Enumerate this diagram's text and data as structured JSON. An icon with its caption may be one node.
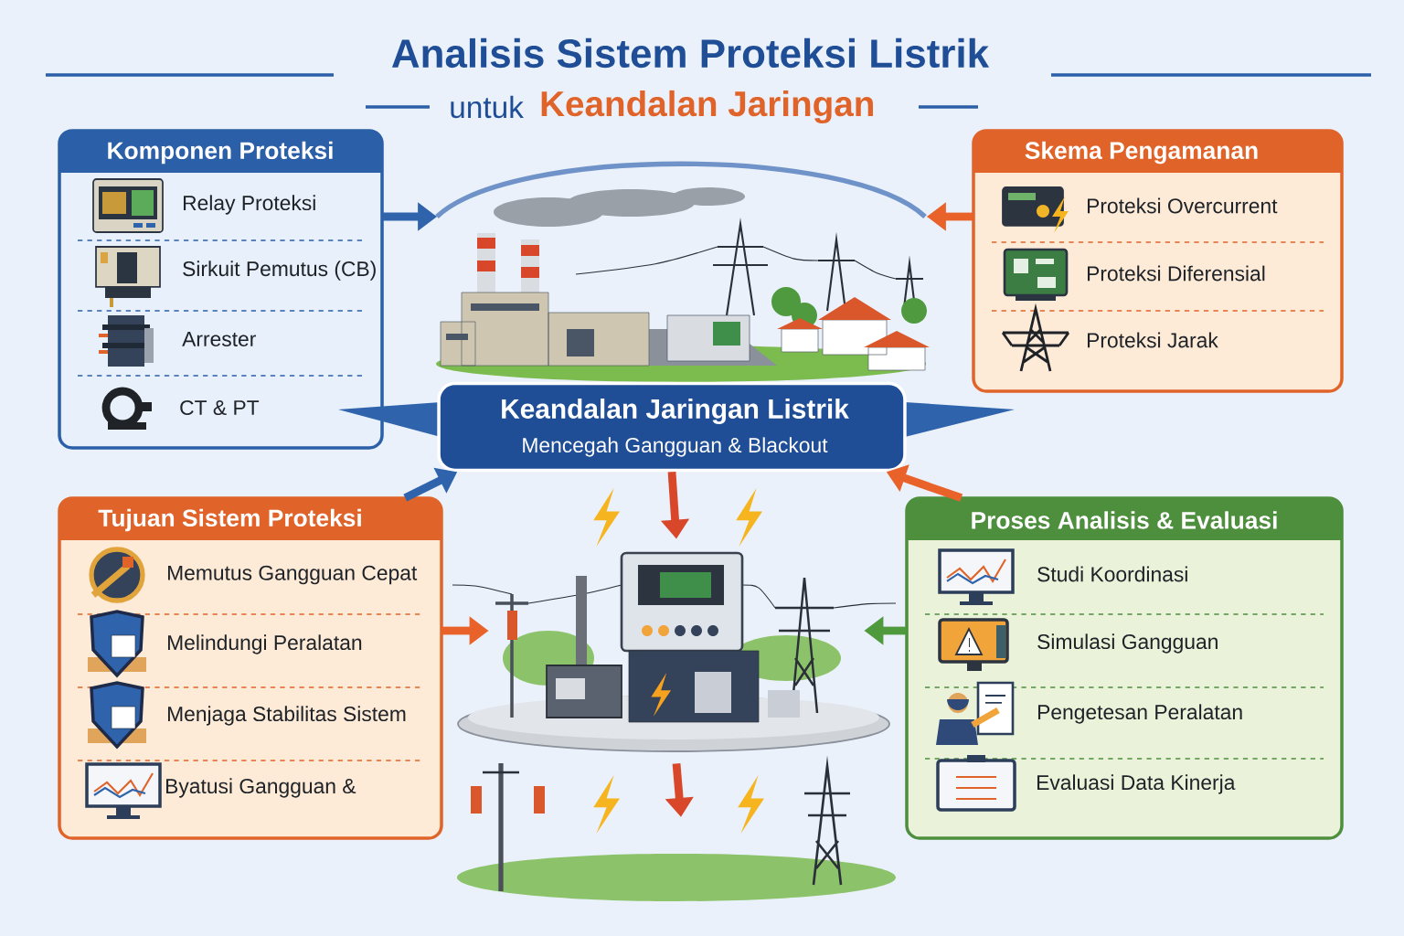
{
  "diagram": {
    "title": "Analisis Sistem Proteksi Listrik",
    "nodes": [
      {
        "text": [
          "Komponen Proteksi"
        ]
      },
      {
        "text": [
          "Relay Proteksi"
        ],
        "in": 0
      },
      {
        "text": [
          "Sirkuit Pemutus (CB)"
        ],
        "in": 0
      },
      {
        "text": [
          "Arrester"
        ],
        "in": 0
      },
      {
        "text": [
          "CT & PT"
        ],
        "in": 0
      },
      {
        "text": [
          "Skema Pengamanan"
        ]
      },
      {
        "text": [
          "Proteksi Overcurrent"
        ],
        "in": 5
      },
      {
        "text": [
          "Proteksi Diferensial"
        ],
        "in": 5
      },
      {
        "text": [
          "Proteksi Jarak"
        ],
        "in": 5
      },
      {
        "text": [
          "Keandalan Jaringan Listrik",
          "Mencegah Gangguan & Blackout"
        ]
      },
      {
        "text": [
          "Tujuan Sistem Proteksi"
        ]
      },
      {
        "text": [
          "Memutus Gangguan Cepat"
        ],
        "in": 10
      },
      {
        "text": [
          "Melindungi Peralatan"
        ],
        "in": 10
      },
      {
        "text": [
          "Menjaga Stabilitas Sistem"
        ],
        "in": 10
      },
      {
        "text": [
          "Byatusi Gangguan &"
        ],
        "in": 10
      },
      {
        "text": [
          "Proses Analisis & Evaluasi"
        ]
      },
      {
        "text": [
          "Studi Koordinasi"
        ],
        "in": 15
      },
      {
        "text": [
          "Simulasi Gangguan"
        ],
        "in": 15
      },
      {
        "text": [
          "Pengetesan Peralatan"
        ],
        "in": 15
      },
      {
        "text": [
          "Evaluasi Data Kinerja"
        ],
        "in": 15
      },
      {
        "text": [],
        "shape": "picture"
      },
      {
        "text": [],
        "shape": "picture"
      }
    ],
    "edges": [
      {
        "from": 0,
        "to": 20,
        "arrow": "to",
        "color": "#2f64ad"
      },
      {
        "from": 5,
        "to": 20,
        "arrow": "to",
        "color": "#e8622a"
      },
      {
        "from": 10,
        "to": 21,
        "arrow": "to",
        "color": "#e8622a"
      },
      {
        "from": 15,
        "to": 21,
        "arrow": "to",
        "color": "#4e9a3c"
      },
      {
        "from": 10,
        "to": 9,
        "arrow": "to",
        "color": "#2f64ad"
      },
      {
        "from": 15,
        "to": 9,
        "arrow": "to",
        "color": "#e8622a"
      },
      {
        "from": 9,
        "to": 21,
        "arrow": "to",
        "color": "#d9472b"
      },
      {
        "from": 21,
        "to": null,
        "arrow": "to",
        "color": "#d9472b"
      }
    ],
    "labels": [
      "untuk",
      "Keandalan Jaringan"
    ]
  }
}
